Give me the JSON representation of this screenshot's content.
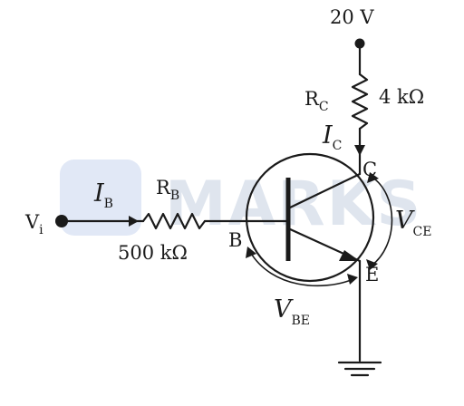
{
  "watermark": {
    "text": "MARKS",
    "color": "#d5dde9",
    "logo_color": "#c9d6ee"
  },
  "circuit": {
    "supply_label": "20 V",
    "rc": {
      "symbol": "R",
      "subscript": "C",
      "value": "4 kΩ"
    },
    "rb": {
      "symbol": "R",
      "subscript": "B",
      "value": "500 kΩ"
    },
    "input": {
      "symbol": "V",
      "subscript": "i"
    },
    "ib": {
      "symbol": "I",
      "subscript": "B"
    },
    "ic": {
      "symbol": "I",
      "subscript": "C"
    },
    "terminals": {
      "collector": "C",
      "base": "B",
      "emitter": "E"
    },
    "vce": {
      "symbol": "V",
      "subscript": "CE"
    },
    "vbe": {
      "symbol": "V",
      "subscript": "BE"
    }
  }
}
